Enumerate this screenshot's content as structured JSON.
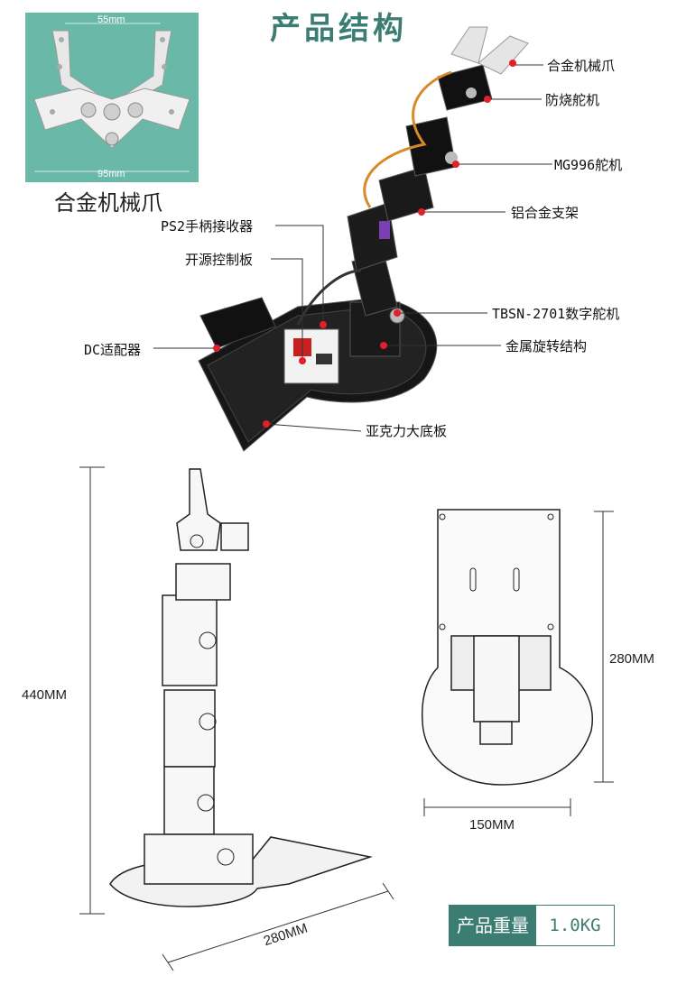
{
  "page": {
    "title": "产品结构"
  },
  "inset": {
    "top_dim": "55mm",
    "bottom_dim": "95mm",
    "caption": "合金机械爪"
  },
  "callouts": {
    "claw": "合金机械爪",
    "anti_burn_servo": "防烧舵机",
    "mg996": "MG996舵机",
    "bracket": "铝合金支架",
    "ps2": "PS2手柄接收器",
    "open_board": "开源控制板",
    "tbsn": "TBSN-2701数字舵机",
    "dc": "DC适配器",
    "rotation": "金属旋转结构",
    "base": "亚克力大底板"
  },
  "dimensions": {
    "height": "440MM",
    "length": "280MM",
    "plate_height": "280MM",
    "plate_width": "150MM"
  },
  "weight": {
    "label": "产品重量",
    "value": "1.0KG"
  },
  "colors": {
    "accent": "#3c7d73",
    "marker": "#e0202a",
    "inset_bg": "#6ab9a8"
  }
}
